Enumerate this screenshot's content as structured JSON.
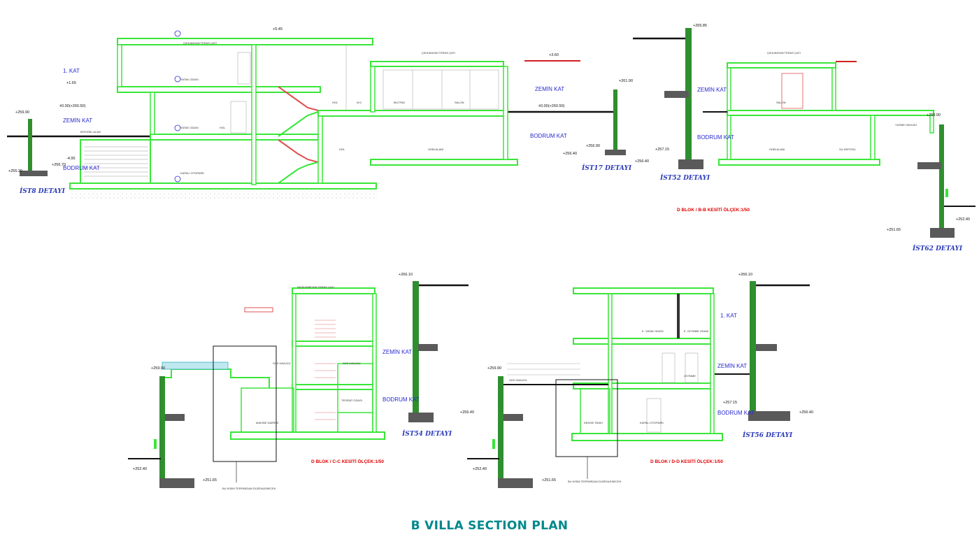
{
  "title": "B VILLA SECTION PLAN",
  "colors": {
    "structure": "#39e639",
    "wall": "#2f8f2f",
    "ink": "#111111",
    "dim": "#2a2ad0",
    "section_title": "#e00000",
    "title": "#00888c"
  },
  "section_titles": {
    "bb": "D BLOK / B-B KESİTİ ÖLÇEK:1/50",
    "cc": "D BLOK / C-C KESİTİ ÖLÇEK:1/50",
    "dd": "D BLOK / D-D KESİTİ ÖLÇEK:1/50"
  },
  "details": {
    "ist8": "İST8 DETAYI",
    "ist17": "İST17 DETAYI",
    "ist52": "İST52 DETAYI",
    "ist62": "İST62 DETAYI",
    "ist54": "İST54 DETAYI",
    "ist56": "İST56 DETAYI"
  },
  "floors": {
    "kat1": "1. KAT",
    "zemin": "ZEMİN KAT",
    "bodrum": "BODRUM KAT"
  },
  "rooms": {
    "cati": "ÇIKILMAYAN TERAS ÇATI",
    "cati2": "GEZİLEMEYEN TERAS ÇATI",
    "yatak": "YATAK ODASI",
    "hol": "HOL",
    "wc": "W.C",
    "mutfak": "MUTFAK",
    "salon": "SALON",
    "hobi": "HOBİ ALANI",
    "otopark": "KAPALI OTOPARK",
    "bitkisel": "BİTKİSEL ALAN",
    "yuzme": "YÜZME HAVUZU",
    "sudeposu": "SU DEPOSU",
    "makine": "MAKİNE DAİRESİ",
    "sus": "SÜS HAVUZU",
    "tesisat": "TESİSAT ODASI",
    "denge": "DENGE TANKI",
    "ebeveyn": "E. YATAK ODASI",
    "giyinme": "E. GİYİNME ODASI",
    "giyinme2": "GİYİNME",
    "not": "BU KISIM TERFARDAN DÜZENLENECEK"
  },
  "levels": {
    "l1": "+259.90",
    "l2": "+255.20",
    "l3": "+256.70",
    "l4": "±0.00(+260.50)",
    "l5": "+261.90",
    "l6": "+256.90",
    "l7": "+256.40",
    "l8": "+265.85",
    "l9": "+257.15",
    "l10": "+252.40",
    "l11": "+251.65",
    "l12": "+266.10",
    "l13": "+5.45",
    "l14": "+3.60",
    "l15": "-4.95",
    "l16": "+1.65"
  }
}
